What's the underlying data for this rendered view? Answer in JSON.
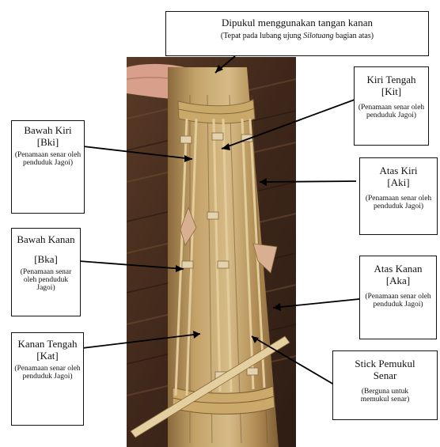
{
  "top": {
    "title": "Dipukul menggunakan tangan kanan",
    "note_prefix": "(Tepat pada lubang ujung ",
    "note_italic": "Silotuang",
    "note_suffix": " bagian atas)"
  },
  "labels": {
    "bki": {
      "name": "Bawah Kiri",
      "code": "[Bki]",
      "note": "(Penamaan senar oleh penduduk Jagoi)"
    },
    "bka": {
      "name": "Bawah Kanan",
      "code": "[Bka]",
      "note": "(Penamaan senar oleh penduduk Jagoi)"
    },
    "kat": {
      "name": "Kanan Tengah",
      "code": "[Kat]",
      "note": "(Penamaan senar oleh penduduk Jagoi)"
    },
    "kit": {
      "name": "Kiri  Tengah",
      "code": "[Kit]",
      "note": "(Penamaan senar oleh penduduk Jagoi)"
    },
    "aki": {
      "name": "Atas Kiri",
      "code": "[Aki]",
      "note": "(Penamaan senar oleh penduduk Jagoi)"
    },
    "aka": {
      "name": "Atas Kanan",
      "code": "[Aka]",
      "note": "(Penamaan senar oleh penduduk Jagoi)"
    },
    "stick": {
      "name": "Stick Pemukul Senar",
      "code": "",
      "note": "(Berguna untuk memukul senar)"
    }
  },
  "colors": {
    "wood_dark": "#4a3020",
    "bamboo": "#b8985e",
    "bamboo_light": "#d8bf8a",
    "rattan": "#c9a96a",
    "hand": "#d59a86"
  }
}
